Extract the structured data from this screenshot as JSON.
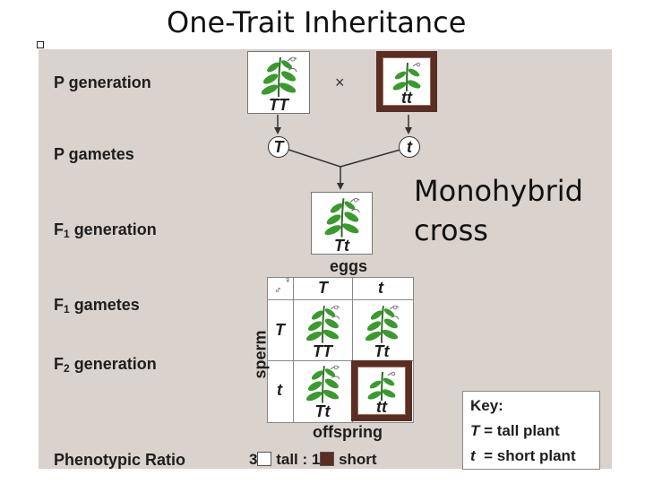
{
  "slide": {
    "title": "One-Trait Inheritance",
    "side_title_line1": "Monohybrid",
    "side_title_line2": "cross"
  },
  "generations": {
    "p_generation": "P generation",
    "p_gametes": "P gametes",
    "f1_generation_prefix": "F",
    "f1_generation_sub": "1",
    "f1_generation_suffix": " generation",
    "f1_gametes_prefix": "F",
    "f1_gametes_sub": "1",
    "f1_gametes_suffix": " gametes",
    "f2_generation_prefix": "F",
    "f2_generation_sub": "2",
    "f2_generation_suffix": " generation",
    "phenotypic_ratio": "Phenotypic Ratio"
  },
  "cross": {
    "parent1_genotype": "TT",
    "parent2_genotype": "tt",
    "cross_symbol": "×",
    "gamete1": "T",
    "gamete2": "t",
    "f1_genotype": "Tt"
  },
  "punnett": {
    "eggs_label": "eggs",
    "sperm_label": "sperm",
    "offspring_label": "offspring",
    "egg_alleles": [
      "T",
      "t"
    ],
    "sperm_alleles": [
      "T",
      "t"
    ],
    "cells": [
      {
        "genotype": "TT",
        "phenotype": "tall"
      },
      {
        "genotype": "Tt",
        "phenotype": "tall"
      },
      {
        "genotype": "Tt",
        "phenotype": "tall"
      },
      {
        "genotype": "tt",
        "phenotype": "short"
      }
    ],
    "female_symbol": "♀",
    "male_symbol": "♂"
  },
  "ratio": {
    "tall_count": "3",
    "tall_word": "tall",
    "separator": " : ",
    "short_count": "1",
    "short_word": "short"
  },
  "key": {
    "title": "Key:",
    "line1_allele": "T",
    "line1_text": " = tall plant",
    "line2_allele": "t",
    "line2_text": "  = short plant"
  },
  "colors": {
    "panel_bg": "#d9d2cd",
    "short_frame": "#5a2e22",
    "leaf_green": "#3a9a2e"
  }
}
